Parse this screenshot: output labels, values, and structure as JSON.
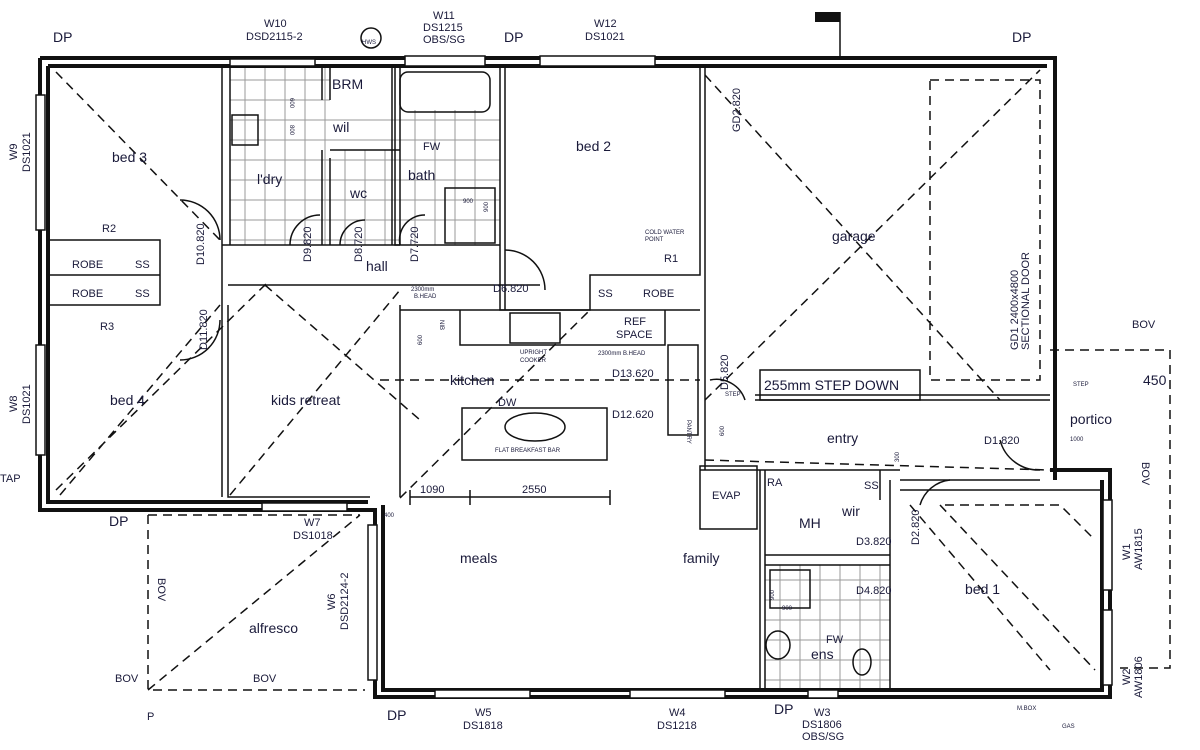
{
  "rooms": {
    "bed3": "bed 3",
    "laundry": "l'dry",
    "brm": "BRM",
    "wil": "wil",
    "wc": "wc",
    "bath": "bath",
    "bed2": "bed 2",
    "garage": "garage",
    "hall": "hall",
    "bed4": "bed 4",
    "kids": "kids retreat",
    "kitchen": "kitchen",
    "entry": "entry",
    "portico": "portico",
    "bed1": "bed 1",
    "ens": "ens",
    "wir": "wir",
    "meals": "meals",
    "family": "family",
    "alfresco": "alfresco"
  },
  "fixtures": {
    "fw1": "FW",
    "fw2": "FW",
    "robe1": "ROBE",
    "ss1": "SS",
    "robe2": "ROBE",
    "ss2": "SS",
    "robe3": "ROBE",
    "ss3": "SS",
    "ss4": "SS",
    "ref1": "REF",
    "ref2": "SPACE",
    "dw": "DW",
    "step_down": "255mm STEP DOWN",
    "ra": "RA",
    "mh": "MH",
    "evap": "EVAP",
    "hws": "HWS",
    "r1": "R1",
    "r2": "R2",
    "r3": "R3",
    "cold1": "COLD WATER",
    "cold2": "POINT",
    "bhead1a": "2300mm",
    "bhead1b": "B.HEAD",
    "bhead2": "2300mm B.HEAD",
    "cooker1": "UPRIGHT",
    "cooker2": "COOKER",
    "pantry": "PANTRY",
    "nib": "NIB",
    "bar": "FLAT BREAKFAST BAR",
    "step1": "STEP",
    "step2": "STEP",
    "mbox": "M.BOX",
    "gas": "GAS",
    "tap": "TAP",
    "p": "P"
  },
  "doors": {
    "d1": "D1.820",
    "d2": "D2.820",
    "d3": "D3.820",
    "d4": "D4.820",
    "d5": "D5.820",
    "d6": "D6.820",
    "d7": "D7.720",
    "d8": "D8.720",
    "d9": "D9.820",
    "d10": "D10.820",
    "d11": "D11.820",
    "d12": "D12.620",
    "d13": "D13.620",
    "gd1": "GD1  2400x4800",
    "gd1b": "SECTIONAL DOOR",
    "gd2": "GD2.820"
  },
  "windows": {
    "w1": "W1",
    "w1c": "AW1815",
    "w2": "W2",
    "w2c": "AW1806",
    "w3": "W3",
    "w3c": "DS1806",
    "w3d": "OBS/SG",
    "w4": "W4",
    "w4c": "DS1218",
    "w5": "W5",
    "w5c": "DS1818",
    "w6": "W6",
    "w6c": "DSD2124-2",
    "w7": "W7",
    "w7c": "DS1018",
    "w8": "W8",
    "w8c": "DS1021",
    "w9": "W9",
    "w9c": "DS1021",
    "w10": "W10",
    "w10c": "DSD2115-2",
    "w11": "W11",
    "w11c": "DS1215",
    "w11d": "OBS/SG",
    "w12": "W12",
    "w12c": "DS1021"
  },
  "dp": "DP",
  "bov": "BOV",
  "dims": {
    "a": "1090",
    "b": "2550",
    "c": "400",
    "d": "600",
    "e": "600",
    "f": "300",
    "g": "450",
    "h": "1000",
    "i": "600",
    "j": "800",
    "k": "900",
    "l": "900",
    "m": "900",
    "n": "900"
  }
}
